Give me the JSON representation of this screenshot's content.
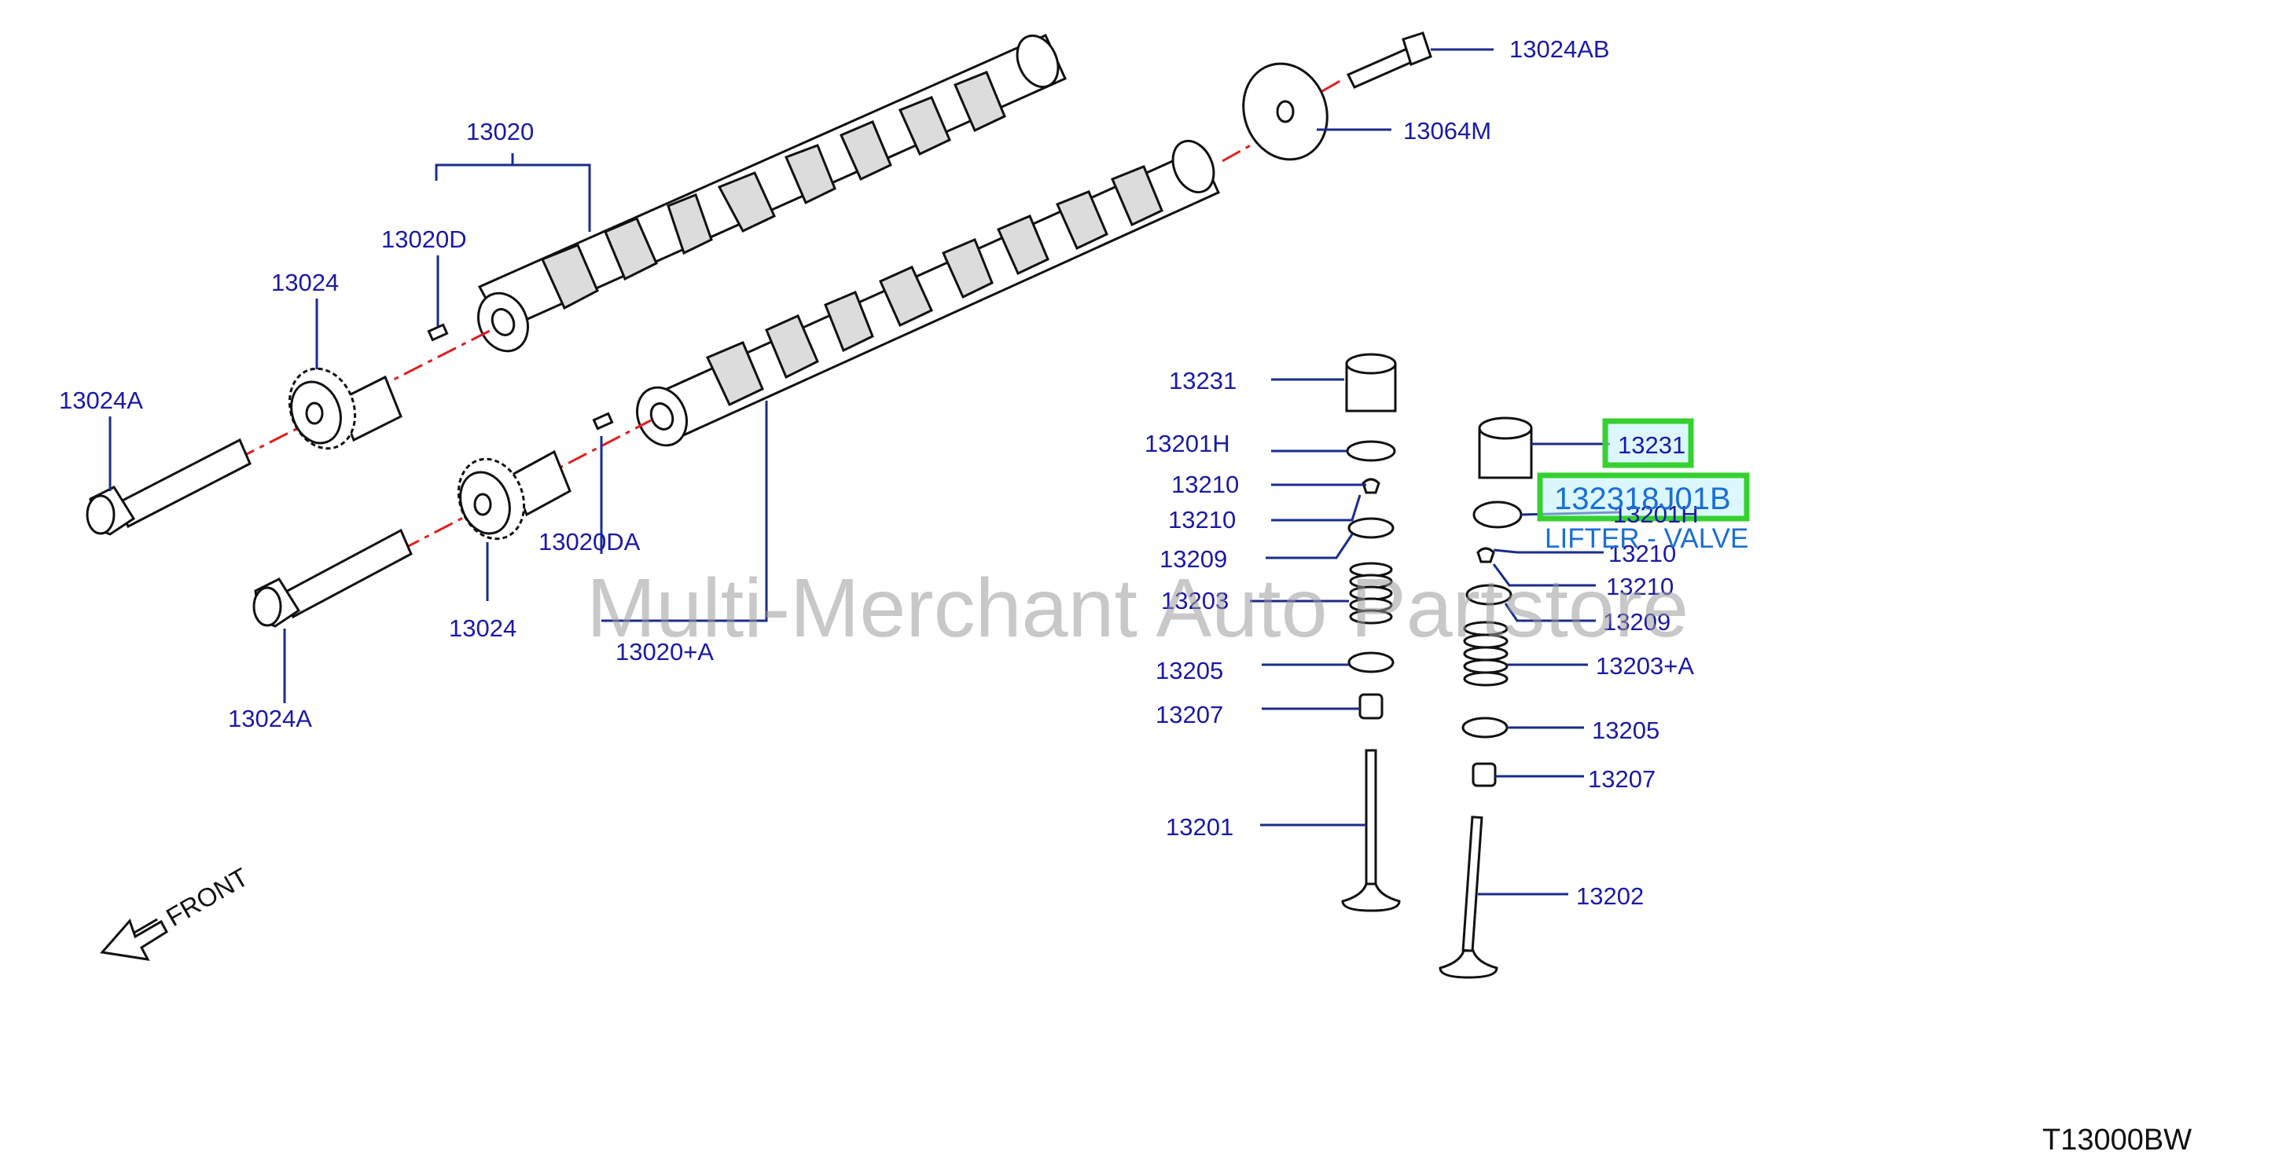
{
  "watermark": "Multi-Merchant Auto Partstore",
  "diagram_code": "T13000BW",
  "front_label": "FRONT",
  "highlight": {
    "part_number": "132318J01B",
    "description": "LIFTER - VALVE"
  },
  "labels": {
    "camshaft_set": "13020",
    "dowel_upper": "13020D",
    "sprocket_upper": "13024",
    "bolt_upper": "13024A",
    "bolt_top": "13024AB",
    "plate_top": "13064M",
    "dowel_lower": "13020DA",
    "sprocket_lower": "13024",
    "camshaft_lower": "13020+A",
    "bolt_lower": "13024A",
    "lifter_left": "13231",
    "shim_left": "13201H",
    "collet_left_a": "13210",
    "collet_left_b": "13210",
    "retainer_left": "13209",
    "spring_left": "13203",
    "seat_left": "13205",
    "seal_left": "13207",
    "valve_left": "13201",
    "lifter_right": "13231",
    "shim_right": "13201H",
    "collet_right_a": "13210",
    "collet_right_b": "13210",
    "retainer_right": "13209",
    "spring_right": "13203+A",
    "seat_right": "13205",
    "seal_right": "13207",
    "valve_right": "13202"
  }
}
